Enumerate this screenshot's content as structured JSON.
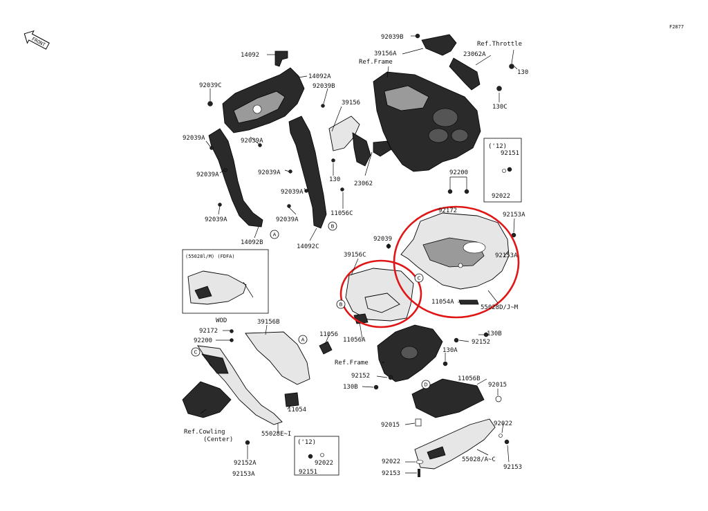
{
  "diagram": {
    "code": "F2877",
    "front_marker": "FRONT",
    "parts": {
      "p14092": "14092",
      "p14092A": "14092A",
      "p92039C": "92039C",
      "p92039B_a": "92039B",
      "p92039B_b": "92039B",
      "p39156A": "39156A",
      "p23062A": "23062A",
      "refThrottle": "Ref.Throttle",
      "p130_a": "130",
      "refFrame_a": "Ref.Frame",
      "p39156": "39156",
      "p130C": "130C",
      "p92039A_1": "92039A",
      "p92039A_2": "92039A",
      "p92039A_3": "92039A",
      "p92039A_4": "92039A",
      "p92039A_5": "92039A",
      "p92039A_6": "92039A",
      "p92039A_7": "92039A",
      "p130_b": "130",
      "p23062": "23062",
      "p11056C": "11056C",
      "p14092B": "14092B",
      "p14092C": "14092C",
      "p92200_a": "92200",
      "p92172_a": "92172",
      "p92153A_a": "92153A",
      "p92153A_b": "92153A",
      "p92039": "92039",
      "p39156C": "39156C",
      "p11054A": "11054A",
      "p55028D": "55028D/J~M",
      "p12_a": "('12)",
      "p92151_a": "92151",
      "p92022_a": "92022",
      "inset_title": "(55028l/M) (FDFA)",
      "wod": "WOD",
      "p92172_b": "92172",
      "p92200_b": "92200",
      "p39156B": "39156B",
      "p11056": "11056",
      "p11056A": "11056A",
      "p130B_a": "130B",
      "p92152_a": "92152",
      "p130A": "130A",
      "refFrame_b": "Ref.Frame",
      "p92152_b": "92152",
      "p130B_b": "130B",
      "p11056B": "11056B",
      "p92015_a": "92015",
      "p92015_b": "92015",
      "p11054": "11054",
      "refCowling_1": "Ref.Cowling",
      "refCowling_2": "(Center)",
      "p55028E": "55028E~I",
      "p12_b": "('12)",
      "p92022_b": "92022",
      "p92151_b": "92151",
      "p92152A": "92152A",
      "p92153A_c": "92153A",
      "p92022_c": "92022",
      "p92022_d": "92022",
      "p55028AC": "55028/A~C",
      "p92153": "92153",
      "p92153_b": "92153"
    },
    "callouts": {
      "A": "A",
      "B": "B",
      "C": "C",
      "D": "D"
    },
    "highlight_color": "#e01515"
  }
}
